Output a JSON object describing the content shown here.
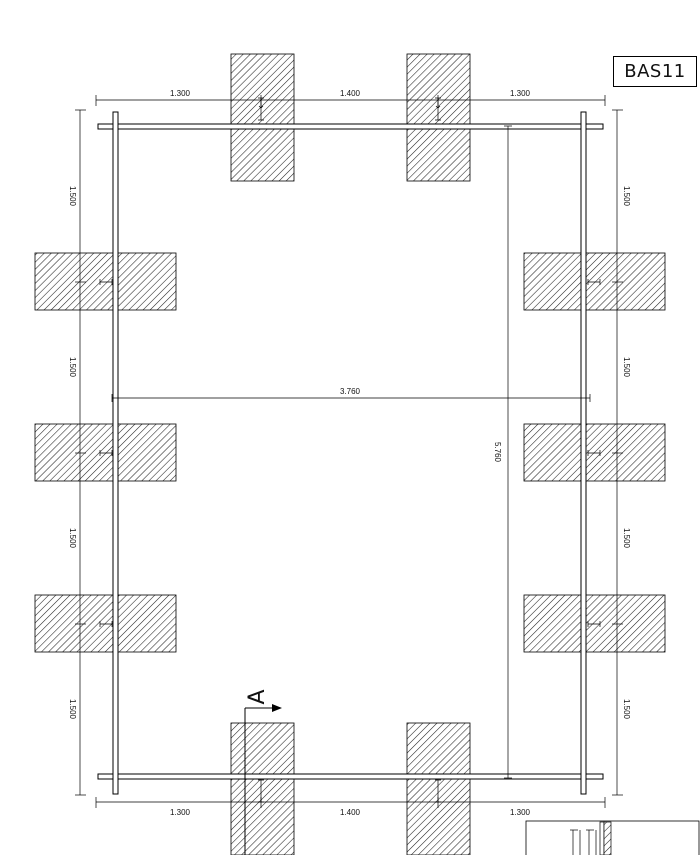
{
  "drawing_tag": "BAS11",
  "dimensions": {
    "top": [
      "1.300",
      "1.400",
      "1.300"
    ],
    "bottom": [
      "1.300",
      "1.400",
      "1.300"
    ],
    "left": [
      "1.500",
      "1.500",
      "1.500",
      "1.500"
    ],
    "right": [
      "1.500",
      "1.500",
      "1.500",
      "1.500"
    ],
    "inner_width": "3.760",
    "inner_length": "5.760"
  },
  "section_marker": "A"
}
